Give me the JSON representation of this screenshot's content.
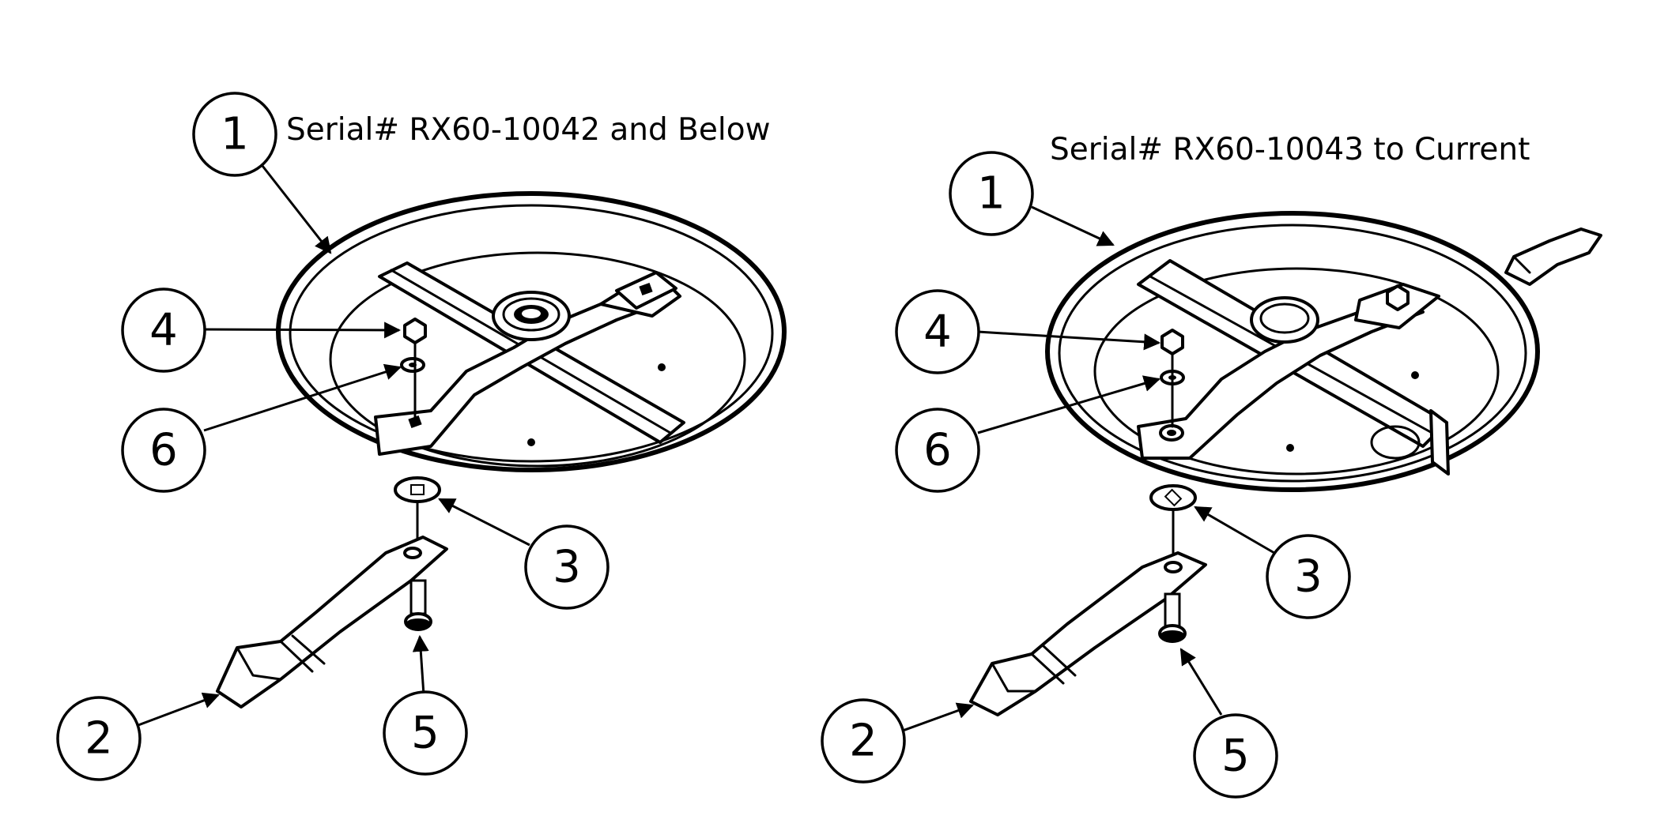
{
  "panels": [
    {
      "id": "left",
      "serial_label": "Serial# RX60-10042 and Below",
      "callouts": [
        "1",
        "2",
        "3",
        "4",
        "5",
        "6"
      ]
    },
    {
      "id": "right",
      "serial_label": "Serial# RX60-10043 to Current",
      "callouts": [
        "1",
        "2",
        "3",
        "4",
        "5",
        "6"
      ]
    }
  ]
}
